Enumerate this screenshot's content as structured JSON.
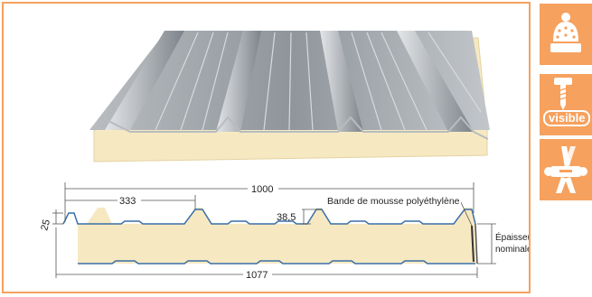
{
  "diagram": {
    "total_width_label": "1000",
    "rib_spacing_label": "333",
    "rib_height_label": "38,5",
    "foam_strip_label": "Bande de mousse polyéthylène",
    "left_dim_label": "25",
    "thickness_label_line1": "Épaisseur",
    "thickness_label_line2": "nominale",
    "overall_width_label": "1077"
  },
  "side_icons": {
    "visible_label": "visible",
    "icons": [
      "insulation-icon",
      "visible-screw-icon",
      "cutting-tool-icon"
    ]
  },
  "colors": {
    "accent": "#f6a15e",
    "foam": "#f6e9c2",
    "steel": "#9ea3a8",
    "profile_line": "#3a6fa8"
  }
}
